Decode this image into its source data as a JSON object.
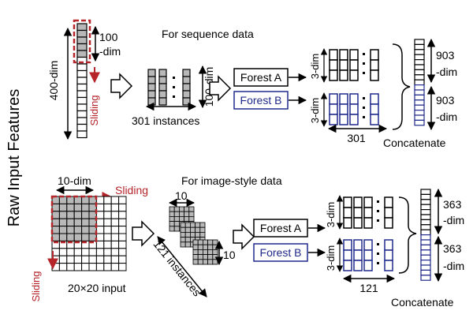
{
  "side_label": "Raw Input Features",
  "sequence": {
    "section_title": "For sequence data",
    "input_dim_label": "400-dim",
    "window_label_top": "100",
    "window_label_bottom": "-dim",
    "sliding_label": "Sliding",
    "instances_dim_label": "100-dim",
    "instances_label": "301 instances",
    "forest_a": "Forest A",
    "forest_b": "Forest B",
    "class_dim_a": "3-dim",
    "class_dim_b": "3-dim",
    "count_label": "301",
    "out_a_top": "903",
    "out_a_bottom": "-dim",
    "out_b_top": "903",
    "out_b_bottom": "-dim",
    "concat_label": "Concatenate"
  },
  "image": {
    "section_title": "For image-style data",
    "window_dim_label": "10-dim",
    "sliding_label_top": "Sliding",
    "sliding_label_left": "Sliding",
    "input_label": "20×20 input",
    "patch_top_label": "10",
    "patch_side_label": "10",
    "instances_label": "121 instances",
    "forest_a": "Forest A",
    "forest_b": "Forest B",
    "class_dim_a": "3-dim",
    "class_dim_b": "3-dim",
    "count_label": "121",
    "out_a_top": "363",
    "out_a_bottom": "-dim",
    "out_b_top": "363",
    "out_b_bottom": "-dim",
    "concat_label": "Concatenate"
  },
  "colors": {
    "black": "#000000",
    "red": "#b5252a",
    "blue": "#1f2a8a",
    "gray": "#b8b8b8"
  }
}
